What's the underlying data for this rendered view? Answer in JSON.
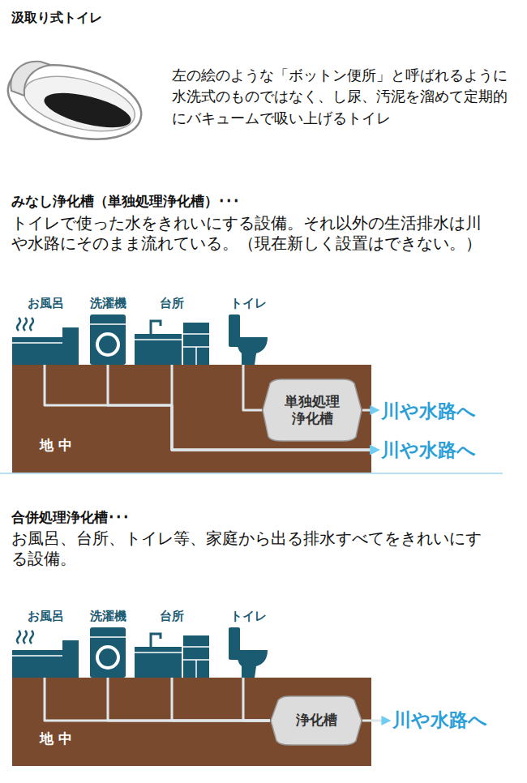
{
  "diagram": {
    "nodes": [
      {
        "text": [
          "お風呂"
        ]
      },
      {
        "text": [
          "洗濯機"
        ]
      },
      {
        "text": [
          "台所"
        ]
      },
      {
        "text": [
          "トイレ"
        ]
      },
      {
        "text": [
          "地中"
        ]
      },
      {
        "text": [
          "単独処理浄化槽"
        ],
        "in": 4
      },
      {
        "text": [
          "川や水路へ"
        ]
      },
      {
        "text": [
          "川や水路へ"
        ]
      },
      {
        "text": [
          "お風呂"
        ]
      },
      {
        "text": [
          "洗濯機"
        ]
      },
      {
        "text": [
          "台所"
        ]
      },
      {
        "text": [
          "トイレ"
        ]
      },
      {
        "text": [
          "地中"
        ]
      },
      {
        "text": [
          "浄化槽"
        ],
        "in": 12
      },
      {
        "text": [
          "川や水路へ"
        ]
      }
    ],
    "edges": [
      {
        "from": 0,
        "to": 7,
        "arrow": "to"
      },
      {
        "from": 1,
        "to": 7,
        "arrow": "to"
      },
      {
        "from": 2,
        "to": 7,
        "arrow": "to"
      },
      {
        "from": 3,
        "to": 5,
        "arrow": "none"
      },
      {
        "from": 5,
        "to": 6,
        "arrow": "to"
      },
      {
        "from": 8,
        "to": 13,
        "arrow": "none"
      },
      {
        "from": 9,
        "to": 13,
        "arrow": "none"
      },
      {
        "from": 10,
        "to": 13,
        "arrow": "none"
      },
      {
        "from": 11,
        "to": 13,
        "arrow": "none"
      },
      {
        "from": 13,
        "to": 14,
        "arrow": "to"
      }
    ],
    "labels": [
      "汲取り式トイレ",
      "左の絵のような「ボットン便所」と呼ばれるように水洗式のものではなく、し尿、汚泥を溜めて定期的にバキュームで吸い上げるトイレ",
      "みなし浄化槽（単独処理浄化槽）･･･",
      "トイレで使った水をきれいにする設備。それ以外の生活排水は川や水路にそのまま流れている。（現在新しく設置はできない。）",
      "合併処理浄化槽･･･",
      "お風呂、台所、トイレ等、家庭から出る排水すべてをきれいにする設備。"
    ]
  }
}
